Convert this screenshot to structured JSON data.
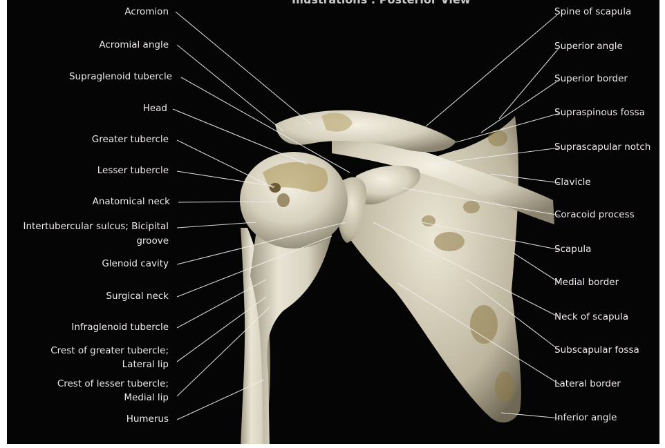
{
  "title": "Illustrations : Posterior View",
  "labels_left": [
    "Acromion",
    "Acromial angle",
    "Supraglenoid tubercle",
    "Head",
    "Greater tubercle",
    "Lesser tubercle",
    "Anatomical neck",
    "Intertubercular sulcus; Bicipital",
    "groove",
    "Glenoid cavity",
    "Surgical neck",
    "Infraglenoid tubercle",
    "Crest of greater tubercle;",
    "Lateral lip",
    "Crest of lesser tubercle;",
    "Medial lip",
    "Humerus"
  ],
  "labels_right": [
    "Spine of scapula",
    "Superior angle",
    "Superior border",
    "Supraspinous fossa",
    "Suprascapular notch",
    "Clavicle",
    "Coracoid process",
    "Scapula",
    "Medial border",
    "Neck of scapula",
    "Subscapular fossa",
    "Lateral border",
    "Inferior angle"
  ]
}
